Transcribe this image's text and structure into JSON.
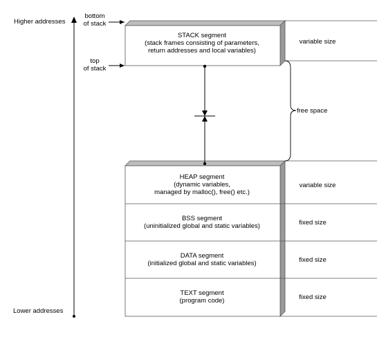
{
  "address_axis": {
    "higher": "Higher addresses",
    "lower": "Lower addresses"
  },
  "stack_pointers": {
    "bottom": [
      "bottom",
      "of stack"
    ],
    "top": [
      "top",
      "of stack"
    ]
  },
  "segments": [
    {
      "id": "stack",
      "lines": [
        "STACK segment",
        "(stack frames consisting of parameters,",
        "return addresses and local variables)"
      ],
      "size": "variable size"
    },
    {
      "id": "heap",
      "lines": [
        "HEAP segment",
        "(dynamic variables,",
        "managed by malloc(), free() etc.)"
      ],
      "size": "variable size"
    },
    {
      "id": "bss",
      "lines": [
        "BSS segment",
        "(uninitialized global and static variables)"
      ],
      "size": "fixed size"
    },
    {
      "id": "data",
      "lines": [
        "DATA segment",
        "(initialized global and static variables)"
      ],
      "size": "fixed size"
    },
    {
      "id": "text",
      "lines": [
        "TEXT segment",
        "(program code)"
      ],
      "size": "fixed size"
    }
  ],
  "free_space": "free space",
  "colors": {
    "line": "#000000",
    "box_side": "#9a9a9a",
    "box_top": "#bdbdbd",
    "divider": "#555555"
  }
}
